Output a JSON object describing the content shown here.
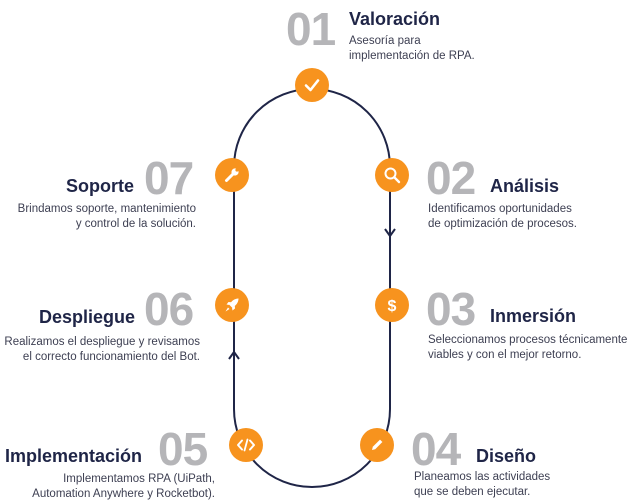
{
  "colors": {
    "accent": "#f7931e",
    "track": "#1f2547",
    "number": "#b5b5b8",
    "title": "#1f2547",
    "text": "#3d3f52"
  },
  "steps": [
    {
      "num": "01",
      "title": "Valoración",
      "desc": [
        "Asesoría para",
        "implementación de RPA."
      ],
      "icon": "check-icon"
    },
    {
      "num": "02",
      "title": "Análisis",
      "desc": [
        "Identificamos oportunidades",
        "de optimización de procesos."
      ],
      "icon": "search-icon"
    },
    {
      "num": "03",
      "title": "Inmersión",
      "desc": [
        "Seleccionamos procesos técnicamente",
        "viables y con el mejor retorno."
      ],
      "icon": "dollar-icon"
    },
    {
      "num": "04",
      "title": "Diseño",
      "desc": [
        "Planeamos las actividades",
        "que se deben ejecutar."
      ],
      "icon": "pencil-icon"
    },
    {
      "num": "05",
      "title": "Implementación",
      "desc": [
        "Implementamos RPA (UiPath,",
        "Automation Anywhere y Rocketbot)."
      ],
      "icon": "code-icon"
    },
    {
      "num": "06",
      "title": "Despliegue",
      "desc": [
        "Realizamos el despliegue y revisamos",
        "el correcto funcionamiento del Bot."
      ],
      "icon": "rocket-icon"
    },
    {
      "num": "07",
      "title": "Soporte",
      "desc": [
        "Brindamos soporte, mantenimiento",
        "y control de la solución."
      ],
      "icon": "wrench-icon"
    }
  ]
}
